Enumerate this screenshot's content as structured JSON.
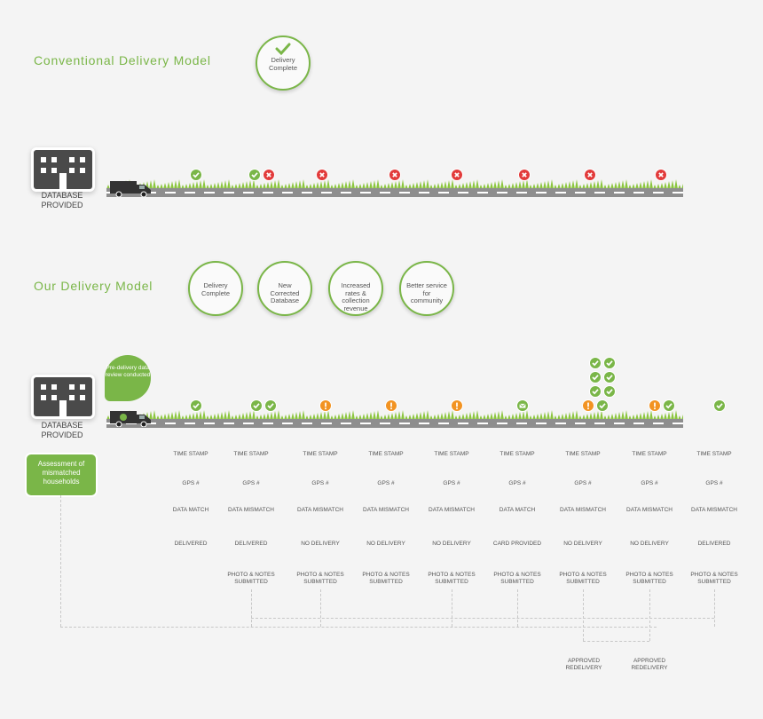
{
  "conventional": {
    "title": "Conventional Delivery Model",
    "badges": [
      {
        "text": "Delivery Complete"
      }
    ],
    "database_label": "DATABASE PROVIDED",
    "stops": [
      {
        "icon": "house-icon",
        "marks": [
          "ok"
        ]
      },
      {
        "icon": "duplex-house-icon",
        "marks": [
          "ok",
          "no"
        ]
      },
      {
        "icon": "storefront-icon",
        "marks": [
          "no"
        ]
      },
      {
        "icon": "empty-lot-grass-icon",
        "marks": [
          "no"
        ]
      },
      {
        "icon": "construction-crane-icon",
        "marks": [
          "no"
        ]
      },
      {
        "icon": "house-with-dog-icon",
        "marks": [
          "no"
        ]
      },
      {
        "icon": "apartment-building-icon",
        "marks": [
          "no"
        ]
      },
      {
        "icon": "location-pin-icon",
        "marks": [
          "no"
        ]
      }
    ]
  },
  "ours": {
    "title": "Our Delivery Model",
    "badges": [
      {
        "text": "Delivery Complete"
      },
      {
        "text": "New Corrected Database"
      },
      {
        "text": "Increased rates & collection revenue"
      },
      {
        "text": "Better service for community"
      }
    ],
    "database_label": "DATABASE PROVIDED",
    "bubble_text": "Pre-delivery data review conducted",
    "assessment_text": "Assessment of mismatched households",
    "stops": [
      {
        "icon": "house-icon",
        "marks": [
          "ok"
        ]
      },
      {
        "icon": "duplex-house-icon",
        "marks": [
          "ok",
          "ok"
        ]
      },
      {
        "icon": "storefront-icon",
        "marks": [
          "warn"
        ]
      },
      {
        "icon": "empty-lot-grass-icon",
        "marks": [
          "warn"
        ]
      },
      {
        "icon": "construction-crane-icon",
        "marks": [
          "warn"
        ]
      },
      {
        "icon": "house-with-dog-icon",
        "marks": [
          "card"
        ]
      },
      {
        "icon": "apartment-building-icon",
        "marks": [
          "warn",
          "ok"
        ]
      },
      {
        "icon": "location-pin-icon",
        "marks": [
          "warn",
          "ok"
        ]
      },
      {
        "icon": "house-icon",
        "marks": [
          "ok"
        ]
      }
    ],
    "columns": [
      {
        "steps": [
          {
            "icon": "clock-icon",
            "label": "TIME STAMP"
          },
          {
            "icon": "gps-pin-icon",
            "label": "GPS #"
          },
          {
            "icon": "data-match-icon",
            "label": "DATA MATCH"
          },
          {
            "icon": "delivered-icon",
            "label": "DELIVERED"
          }
        ]
      },
      {
        "steps": [
          {
            "icon": "clock-icon",
            "label": "TIME STAMP"
          },
          {
            "icon": "gps-pin-icon",
            "label": "GPS #"
          },
          {
            "icon": "data-mismatch-icon",
            "label": "DATA MISMATCH"
          },
          {
            "icon": "delivered-icon",
            "label": "DELIVERED"
          },
          {
            "icon": "camera-icon",
            "label": "PHOTO & NOTES SUBMITTED"
          }
        ]
      },
      {
        "steps": [
          {
            "icon": "clock-icon",
            "label": "TIME STAMP"
          },
          {
            "icon": "gps-pin-icon",
            "label": "GPS #"
          },
          {
            "icon": "data-mismatch-icon",
            "label": "DATA MISMATCH"
          },
          {
            "icon": "no-delivery-icon",
            "label": "NO DELIVERY"
          },
          {
            "icon": "camera-icon",
            "label": "PHOTO & NOTES SUBMITTED"
          }
        ]
      },
      {
        "steps": [
          {
            "icon": "clock-icon",
            "label": "TIME STAMP"
          },
          {
            "icon": "gps-pin-icon",
            "label": "GPS #"
          },
          {
            "icon": "data-mismatch-icon",
            "label": "DATA MISMATCH"
          },
          {
            "icon": "no-delivery-icon",
            "label": "NO DELIVERY"
          },
          {
            "icon": "camera-icon",
            "label": "PHOTO & NOTES SUBMITTED"
          }
        ]
      },
      {
        "steps": [
          {
            "icon": "clock-icon",
            "label": "TIME STAMP"
          },
          {
            "icon": "gps-pin-icon",
            "label": "GPS #"
          },
          {
            "icon": "data-mismatch-icon",
            "label": "DATA MISMATCH"
          },
          {
            "icon": "no-delivery-icon",
            "label": "NO DELIVERY"
          },
          {
            "icon": "camera-icon",
            "label": "PHOTO & NOTES SUBMITTED"
          }
        ]
      },
      {
        "steps": [
          {
            "icon": "clock-icon",
            "label": "TIME STAMP"
          },
          {
            "icon": "gps-pin-icon",
            "label": "GPS #"
          },
          {
            "icon": "data-match-icon",
            "label": "DATA MATCH"
          },
          {
            "icon": "card-icon",
            "label": "CARD PROVIDED"
          },
          {
            "icon": "camera-icon",
            "label": "PHOTO & NOTES SUBMITTED"
          }
        ]
      },
      {
        "steps": [
          {
            "icon": "clock-icon",
            "label": "TIME STAMP"
          },
          {
            "icon": "gps-pin-icon",
            "label": "GPS #"
          },
          {
            "icon": "data-mismatch-icon",
            "label": "DATA MISMATCH"
          },
          {
            "icon": "no-delivery-icon",
            "label": "NO DELIVERY"
          },
          {
            "icon": "camera-icon",
            "label": "PHOTO & NOTES SUBMITTED"
          }
        ]
      },
      {
        "steps": [
          {
            "icon": "clock-icon",
            "label": "TIME STAMP"
          },
          {
            "icon": "gps-pin-icon",
            "label": "GPS #"
          },
          {
            "icon": "data-mismatch-icon",
            "label": "DATA MISMATCH"
          },
          {
            "icon": "no-delivery-icon",
            "label": "NO DELIVERY"
          },
          {
            "icon": "camera-icon",
            "label": "PHOTO & NOTES SUBMITTED"
          }
        ]
      },
      {
        "steps": [
          {
            "icon": "clock-icon",
            "label": "TIME STAMP"
          },
          {
            "icon": "gps-pin-icon",
            "label": "GPS #"
          },
          {
            "icon": "data-mismatch-icon",
            "label": "DATA MISMATCH"
          },
          {
            "icon": "delivered-icon",
            "label": "DELIVERED"
          },
          {
            "icon": "camera-icon",
            "label": "PHOTO & NOTES SUBMITTED"
          }
        ]
      }
    ],
    "redelivery": [
      {
        "icon": "truck-icon",
        "label": "APPROVED REDELIVERY"
      },
      {
        "icon": "truck-icon",
        "label": "APPROVED REDELIVERY"
      }
    ]
  },
  "colors": {
    "green": "#7ab648",
    "red": "#e23b3b",
    "orange": "#f29322",
    "dark": "#4a4a4a"
  }
}
